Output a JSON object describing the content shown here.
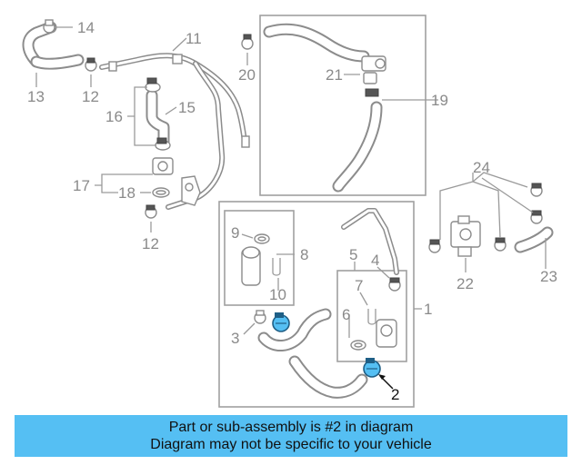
{
  "diagram": {
    "highlight_color": "#55bff3",
    "labels": {
      "l1": "1",
      "l2": "2",
      "l3": "3",
      "l4": "4",
      "l5": "5",
      "l6": "6",
      "l7": "7",
      "l8": "8",
      "l9": "9",
      "l10": "10",
      "l11": "11",
      "l12a": "12",
      "l12b": "12",
      "l13": "13",
      "l14": "14",
      "l15": "15",
      "l16": "16",
      "l17": "17",
      "l18": "18",
      "l19": "19",
      "l20": "20",
      "l21": "21",
      "l22": "22",
      "l23": "23",
      "l24": "24"
    }
  },
  "banner": {
    "line1": "Part or sub-assembly is #2 in diagram",
    "line2": "Diagram may not be specific to your vehicle",
    "background": "#55bff3"
  }
}
